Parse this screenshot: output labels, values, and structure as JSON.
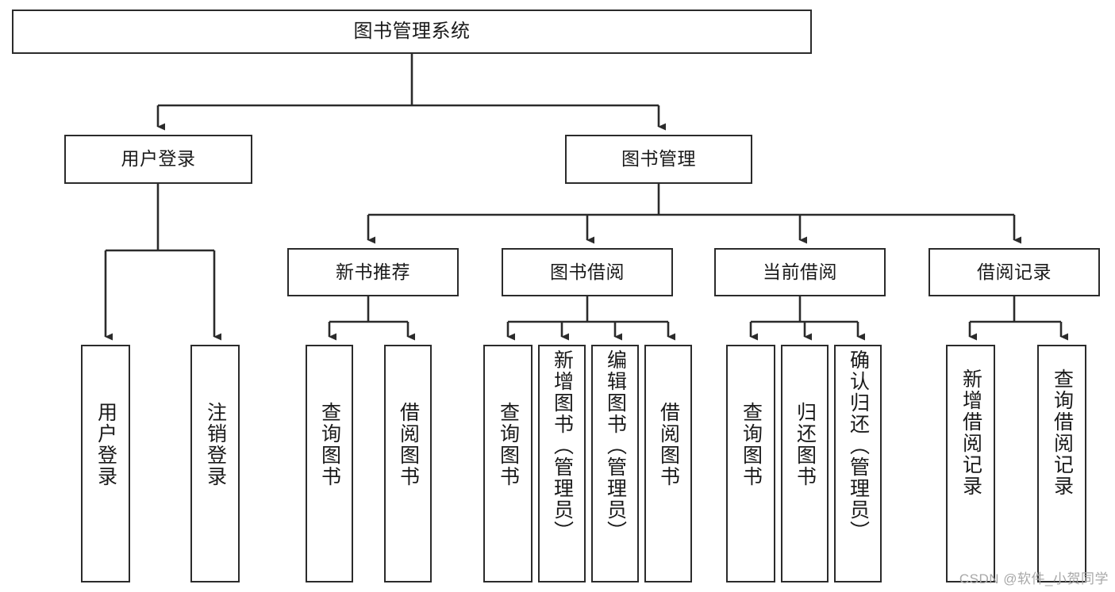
{
  "diagram": {
    "title": "图书管理系统",
    "type": "tree",
    "orientation": "top-down",
    "line_color": "#2b2b2b",
    "box_fill": "#ffffff",
    "text_color": "#1a1a1a",
    "nodes": {
      "root": {
        "label": "图书管理系统"
      },
      "level2": [
        {
          "id": "user-login",
          "label": "用户登录"
        },
        {
          "id": "book-manage",
          "label": "图书管理"
        }
      ],
      "level3": [
        {
          "id": "new-book-recommend",
          "label": "新书推荐"
        },
        {
          "id": "book-borrow",
          "label": "图书借阅"
        },
        {
          "id": "current-borrow",
          "label": "当前借阅"
        },
        {
          "id": "borrow-record",
          "label": "借阅记录"
        }
      ],
      "leaves": [
        {
          "id": "leaf-user-login",
          "label": "用户登录",
          "parent": "user-login"
        },
        {
          "id": "leaf-logout",
          "label": "注销登录",
          "parent": "user-login"
        },
        {
          "id": "leaf-query-book-1",
          "label": "查询图书",
          "parent": "new-book-recommend"
        },
        {
          "id": "leaf-borrow-book-1",
          "label": "借阅图书",
          "parent": "new-book-recommend"
        },
        {
          "id": "leaf-query-book-2",
          "label": "查询图书",
          "parent": "book-borrow"
        },
        {
          "id": "leaf-add-book",
          "label": "新增图书（管理员）",
          "parent": "book-borrow"
        },
        {
          "id": "leaf-edit-book",
          "label": "编辑图书（管理员）",
          "parent": "book-borrow"
        },
        {
          "id": "leaf-borrow-book-2",
          "label": "借阅图书",
          "parent": "book-borrow"
        },
        {
          "id": "leaf-query-book-3",
          "label": "查询图书",
          "parent": "current-borrow"
        },
        {
          "id": "leaf-return-book",
          "label": "归还图书",
          "parent": "current-borrow"
        },
        {
          "id": "leaf-confirm-return",
          "label": "确认归还（管理员）",
          "parent": "current-borrow"
        },
        {
          "id": "leaf-add-record",
          "label": "新增借阅记录",
          "parent": "borrow-record"
        },
        {
          "id": "leaf-query-record",
          "label": "查询借阅记录",
          "parent": "borrow-record"
        }
      ]
    }
  },
  "watermark": {
    "text": "CSDN @软件_小贺同学"
  }
}
